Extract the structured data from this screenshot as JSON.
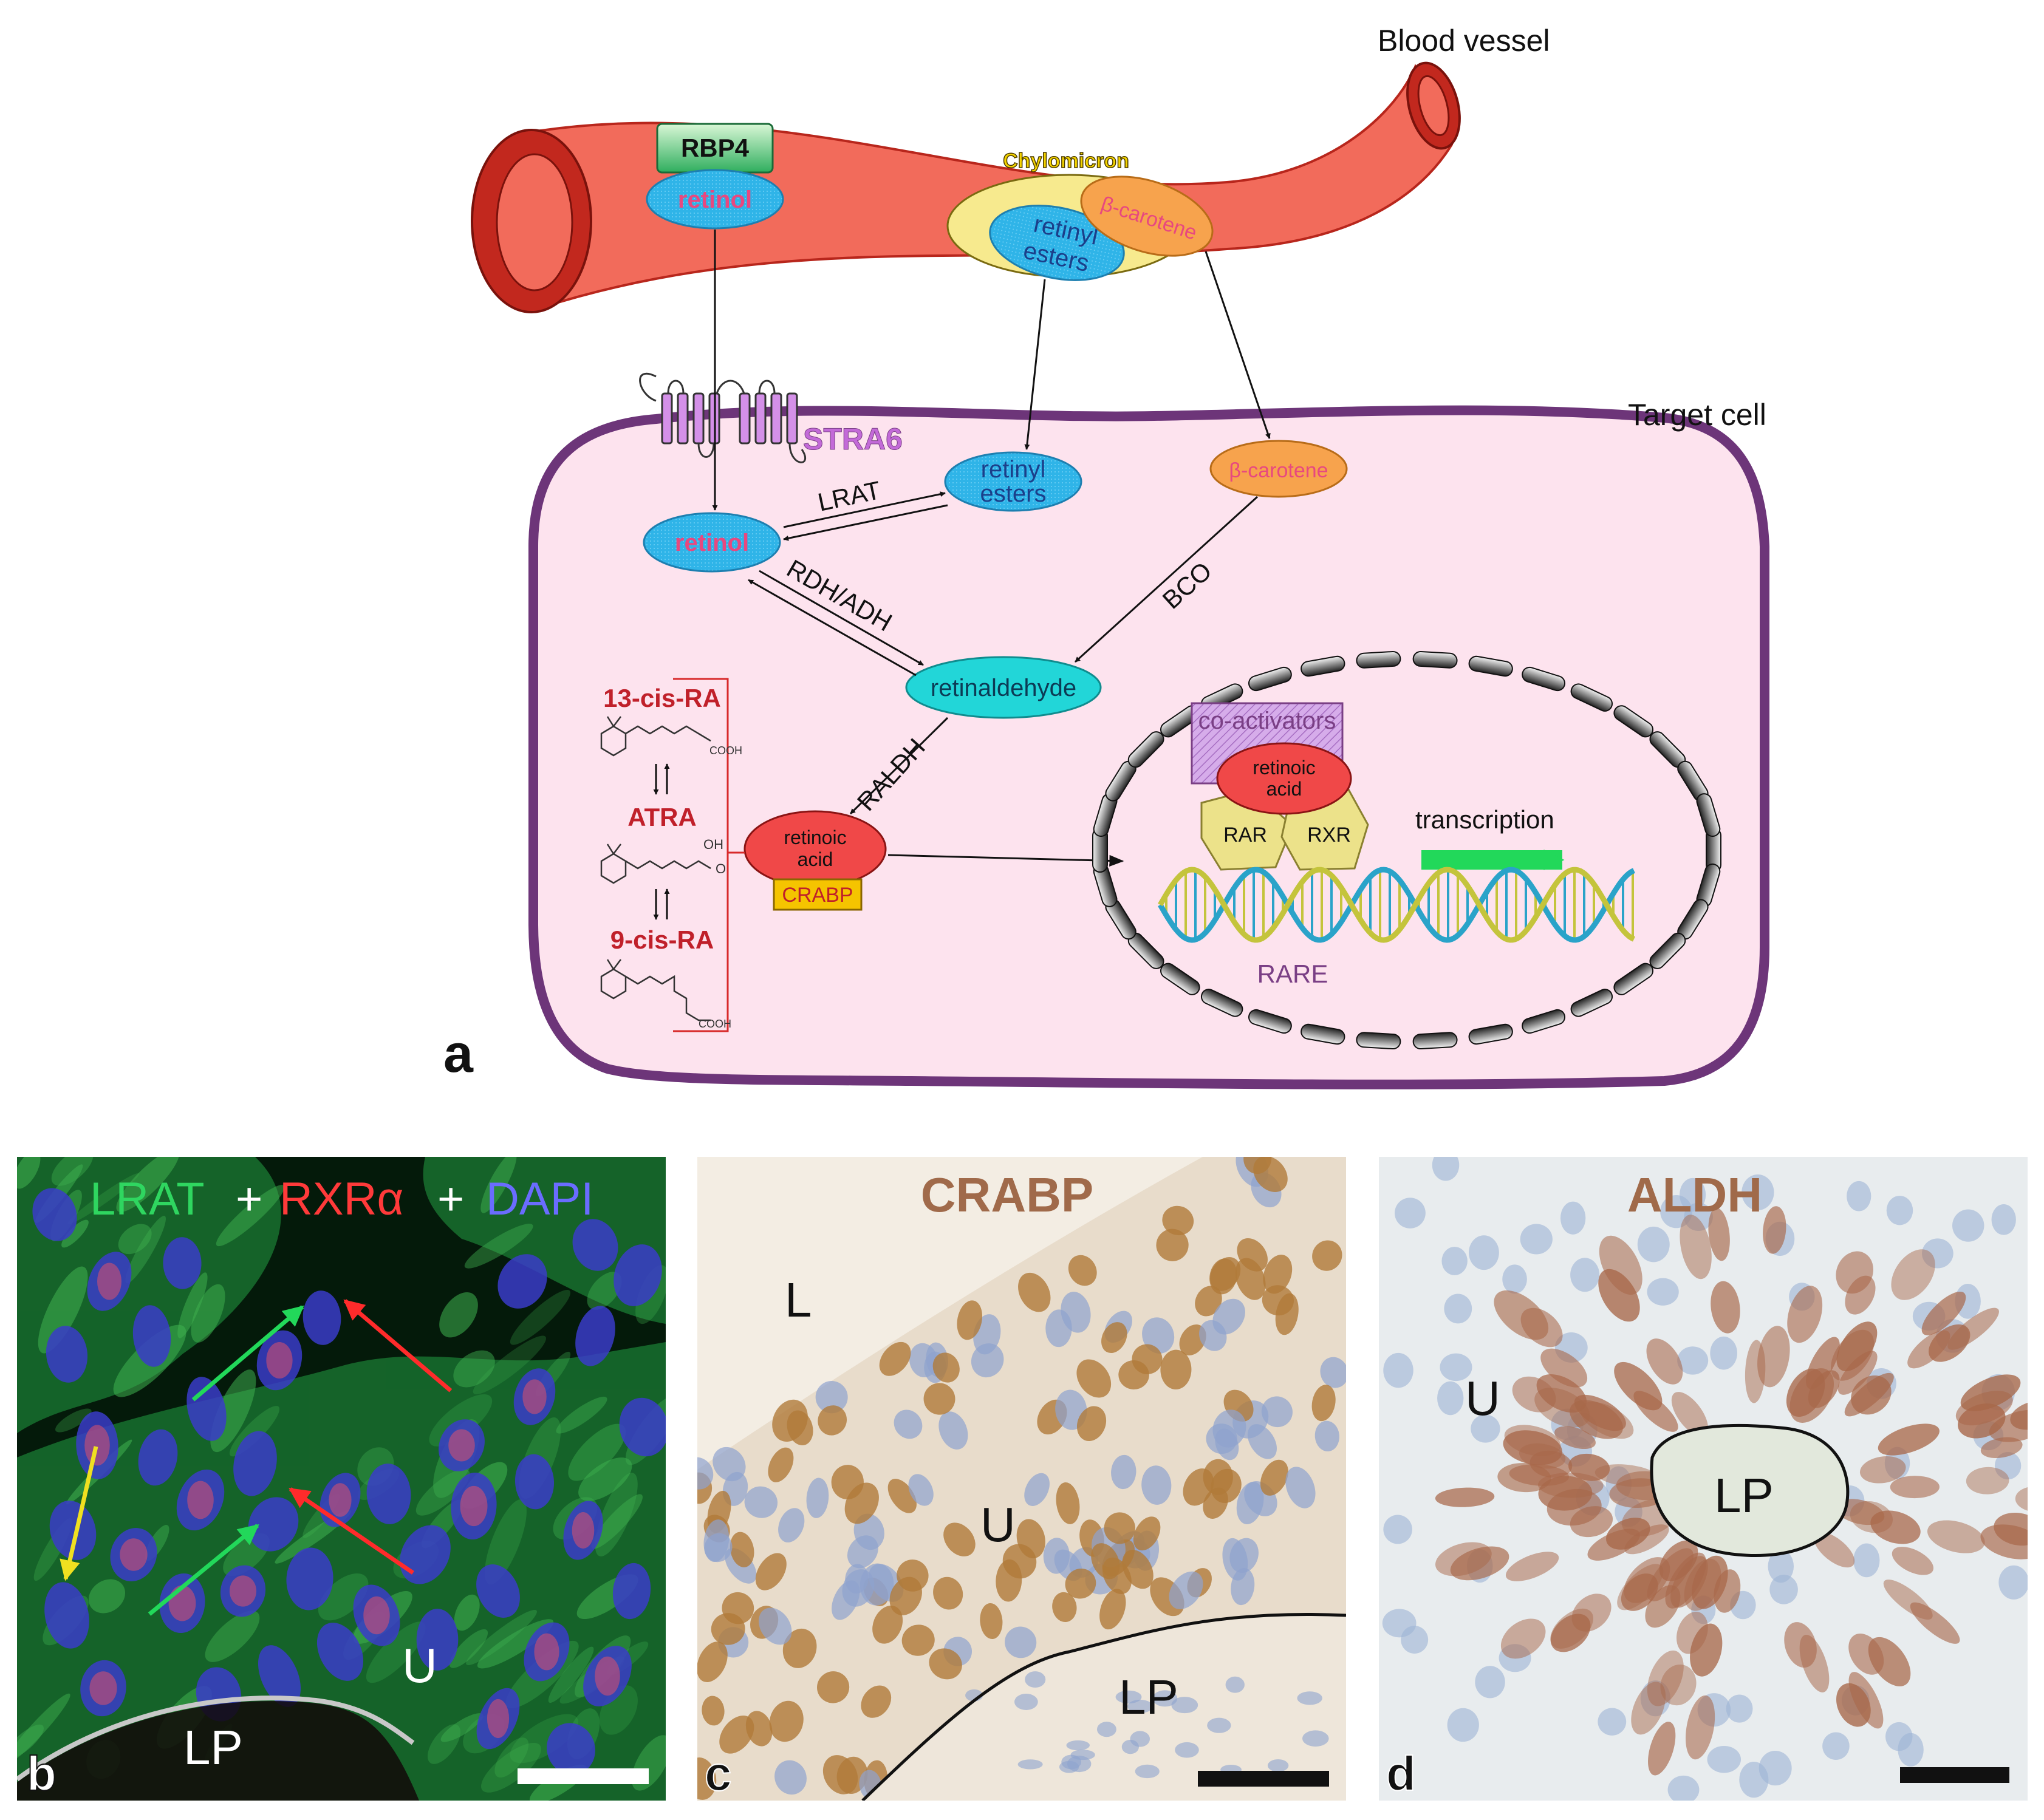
{
  "panel_a": {
    "panel_letter": "a",
    "blood_vessel_label": "Blood vessel",
    "target_cell_label": "Target cell",
    "rbp4_label": "RBP4",
    "vessel_retinol_label": "retinol",
    "chylomicron_label": "Chylomicron",
    "vessel_retinyl_line1": "retinyl",
    "vessel_retinyl_line2": "esters",
    "vessel_beta_carotene": "β-carotene",
    "stra6_label": "STRA6",
    "cell_retinyl_line1": "retinyl",
    "cell_retinyl_line2": "esters",
    "cell_beta_carotene": "β-carotene",
    "cell_retinol_label": "retinol",
    "lrat_label": "LRAT",
    "rdh_adh_label": "RDH/ADH",
    "bco_label": "BCO",
    "retinaldehyde_label": "retinaldehyde",
    "raldh_label": "RALDH",
    "ra_line1": "retinoic",
    "ra_line2": "acid",
    "crabp_label": "CRABP",
    "isomer_13cis": "13-cis-RA",
    "isomer_atra": "ATRA",
    "isomer_9cis": "9-cis-RA",
    "cooh_label": "COOH",
    "oh_label": "OH",
    "o_label": "O",
    "coactivators_label": "co-activators",
    "nuc_ra_line1": "retinoic",
    "nuc_ra_line2": "acid",
    "rar_label": "RAR",
    "rxr_label": "RXR",
    "transcription_label": "transcription",
    "rare_label": "RARE"
  },
  "panel_b": {
    "panel_letter": "b",
    "stain_lrat": "LRAT",
    "plus_1": "+",
    "stain_rxr": "RXRα",
    "plus_2": "+",
    "stain_dapi": "DAPI",
    "label_u": "U",
    "label_lp": "LP"
  },
  "panel_c": {
    "panel_letter": "c",
    "stain": "CRABP",
    "label_l": "L",
    "label_u": "U",
    "label_lp": "LP"
  },
  "panel_d": {
    "panel_letter": "d",
    "stain": "ALDH",
    "label_u": "U",
    "label_lp": "LP"
  },
  "colors": {
    "vessel": "#f26b5b",
    "vessel_dark": "#c2281e",
    "cell_fill": "#fde3ee",
    "cell_border": "#7a3f85",
    "retinol_blue": "#2fb4e8",
    "retinol_text": "#e8487f",
    "beta_carotene_orange": "#f7a34d",
    "retinaldehyde": "#22d6d8",
    "retinoic_red": "#f04848",
    "crabp_yellow": "#f5c400",
    "rbp4_green": "#2fbf6a",
    "stra6_purple": "#b35fc8",
    "isomer_red": "#c0202a",
    "coactivator_purple": "#cfa4e0",
    "receptor_yellow": "#ece28a",
    "dna_blue": "#2aa3c9",
    "dna_yellow": "#c4c43c",
    "arrow_green": "#1fc06a",
    "lrat_green": "#2fd660",
    "rxr_red": "#ff3a3a",
    "dapi_blue": "#6a6cff",
    "ihc_brown": "#a06a4a",
    "marker_yellow": "#f0e020"
  }
}
